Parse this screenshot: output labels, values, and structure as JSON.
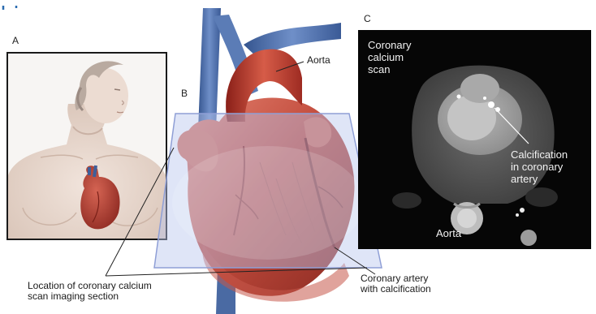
{
  "panels": {
    "a": {
      "letter": "A"
    },
    "b": {
      "letter": "B"
    },
    "c": {
      "letter": "C"
    }
  },
  "labels": {
    "aorta_heart": "Aorta",
    "ct_title_line1": "Coronary",
    "ct_title_line2": "calcium",
    "ct_title_line3": "scan",
    "calcification_line1": "Calcification",
    "calcification_line2": "in coronary",
    "calcification_line3": "artery",
    "aorta_ct": "Aorta",
    "location_line1": "Location of coronary calcium",
    "location_line2": "scan imaging section",
    "coronary_line1": "Coronary artery",
    "coronary_line2": "with calcification"
  },
  "colors": {
    "accent_top": "#2b6cb0",
    "heart_red": "#b8382e",
    "vein_blue": "#4f6fa8",
    "plane_blue": "#b9c6ee"
  }
}
